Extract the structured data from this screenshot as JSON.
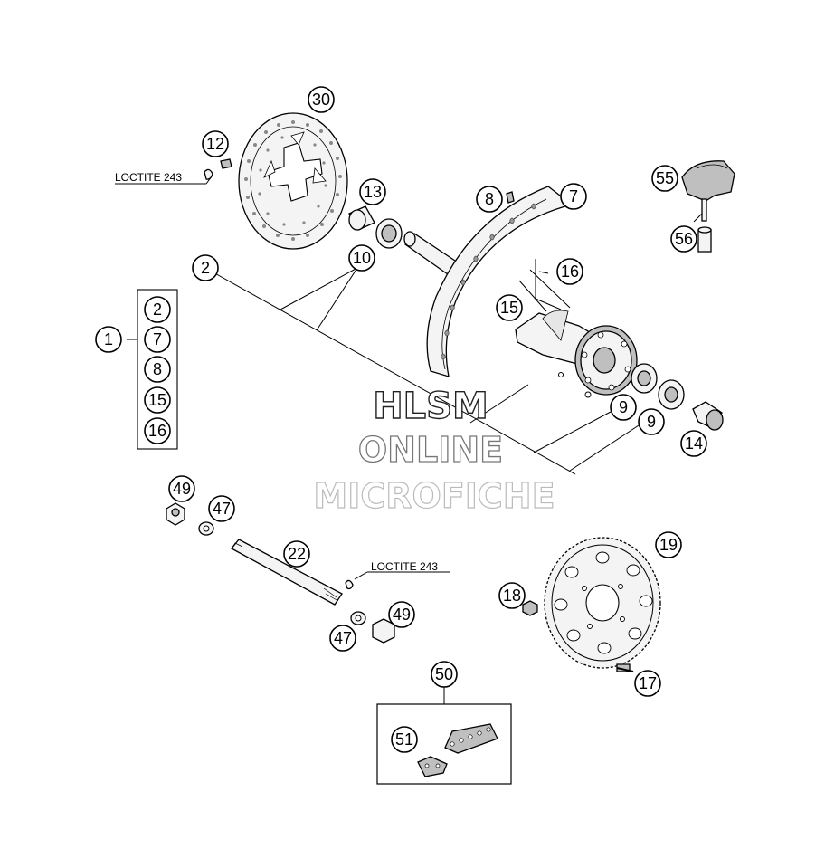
{
  "callouts": {
    "c1": "1",
    "c2a": "2",
    "c2b": "2",
    "c7a": "7",
    "c7b": "7",
    "c8a": "8",
    "c8b": "8",
    "c9a": "9",
    "c9b": "9",
    "c10": "10",
    "c12": "12",
    "c13": "13",
    "c14": "14",
    "c15a": "15",
    "c15b": "15",
    "c16a": "16",
    "c16b": "16",
    "c17": "17",
    "c18": "18",
    "c19": "19",
    "c22": "22",
    "c30": "30",
    "c47a": "47",
    "c47b": "47",
    "c49a": "49",
    "c49b": "49",
    "c50": "50",
    "c51": "51",
    "c55": "55",
    "c56": "56"
  },
  "annotations": {
    "loctite_top": "LOCTITE 243",
    "loctite_axle": "LOCTITE 243"
  },
  "watermark": {
    "line1": "HLSM",
    "line2": "ONLINE",
    "line3": "MICROFICHE"
  }
}
